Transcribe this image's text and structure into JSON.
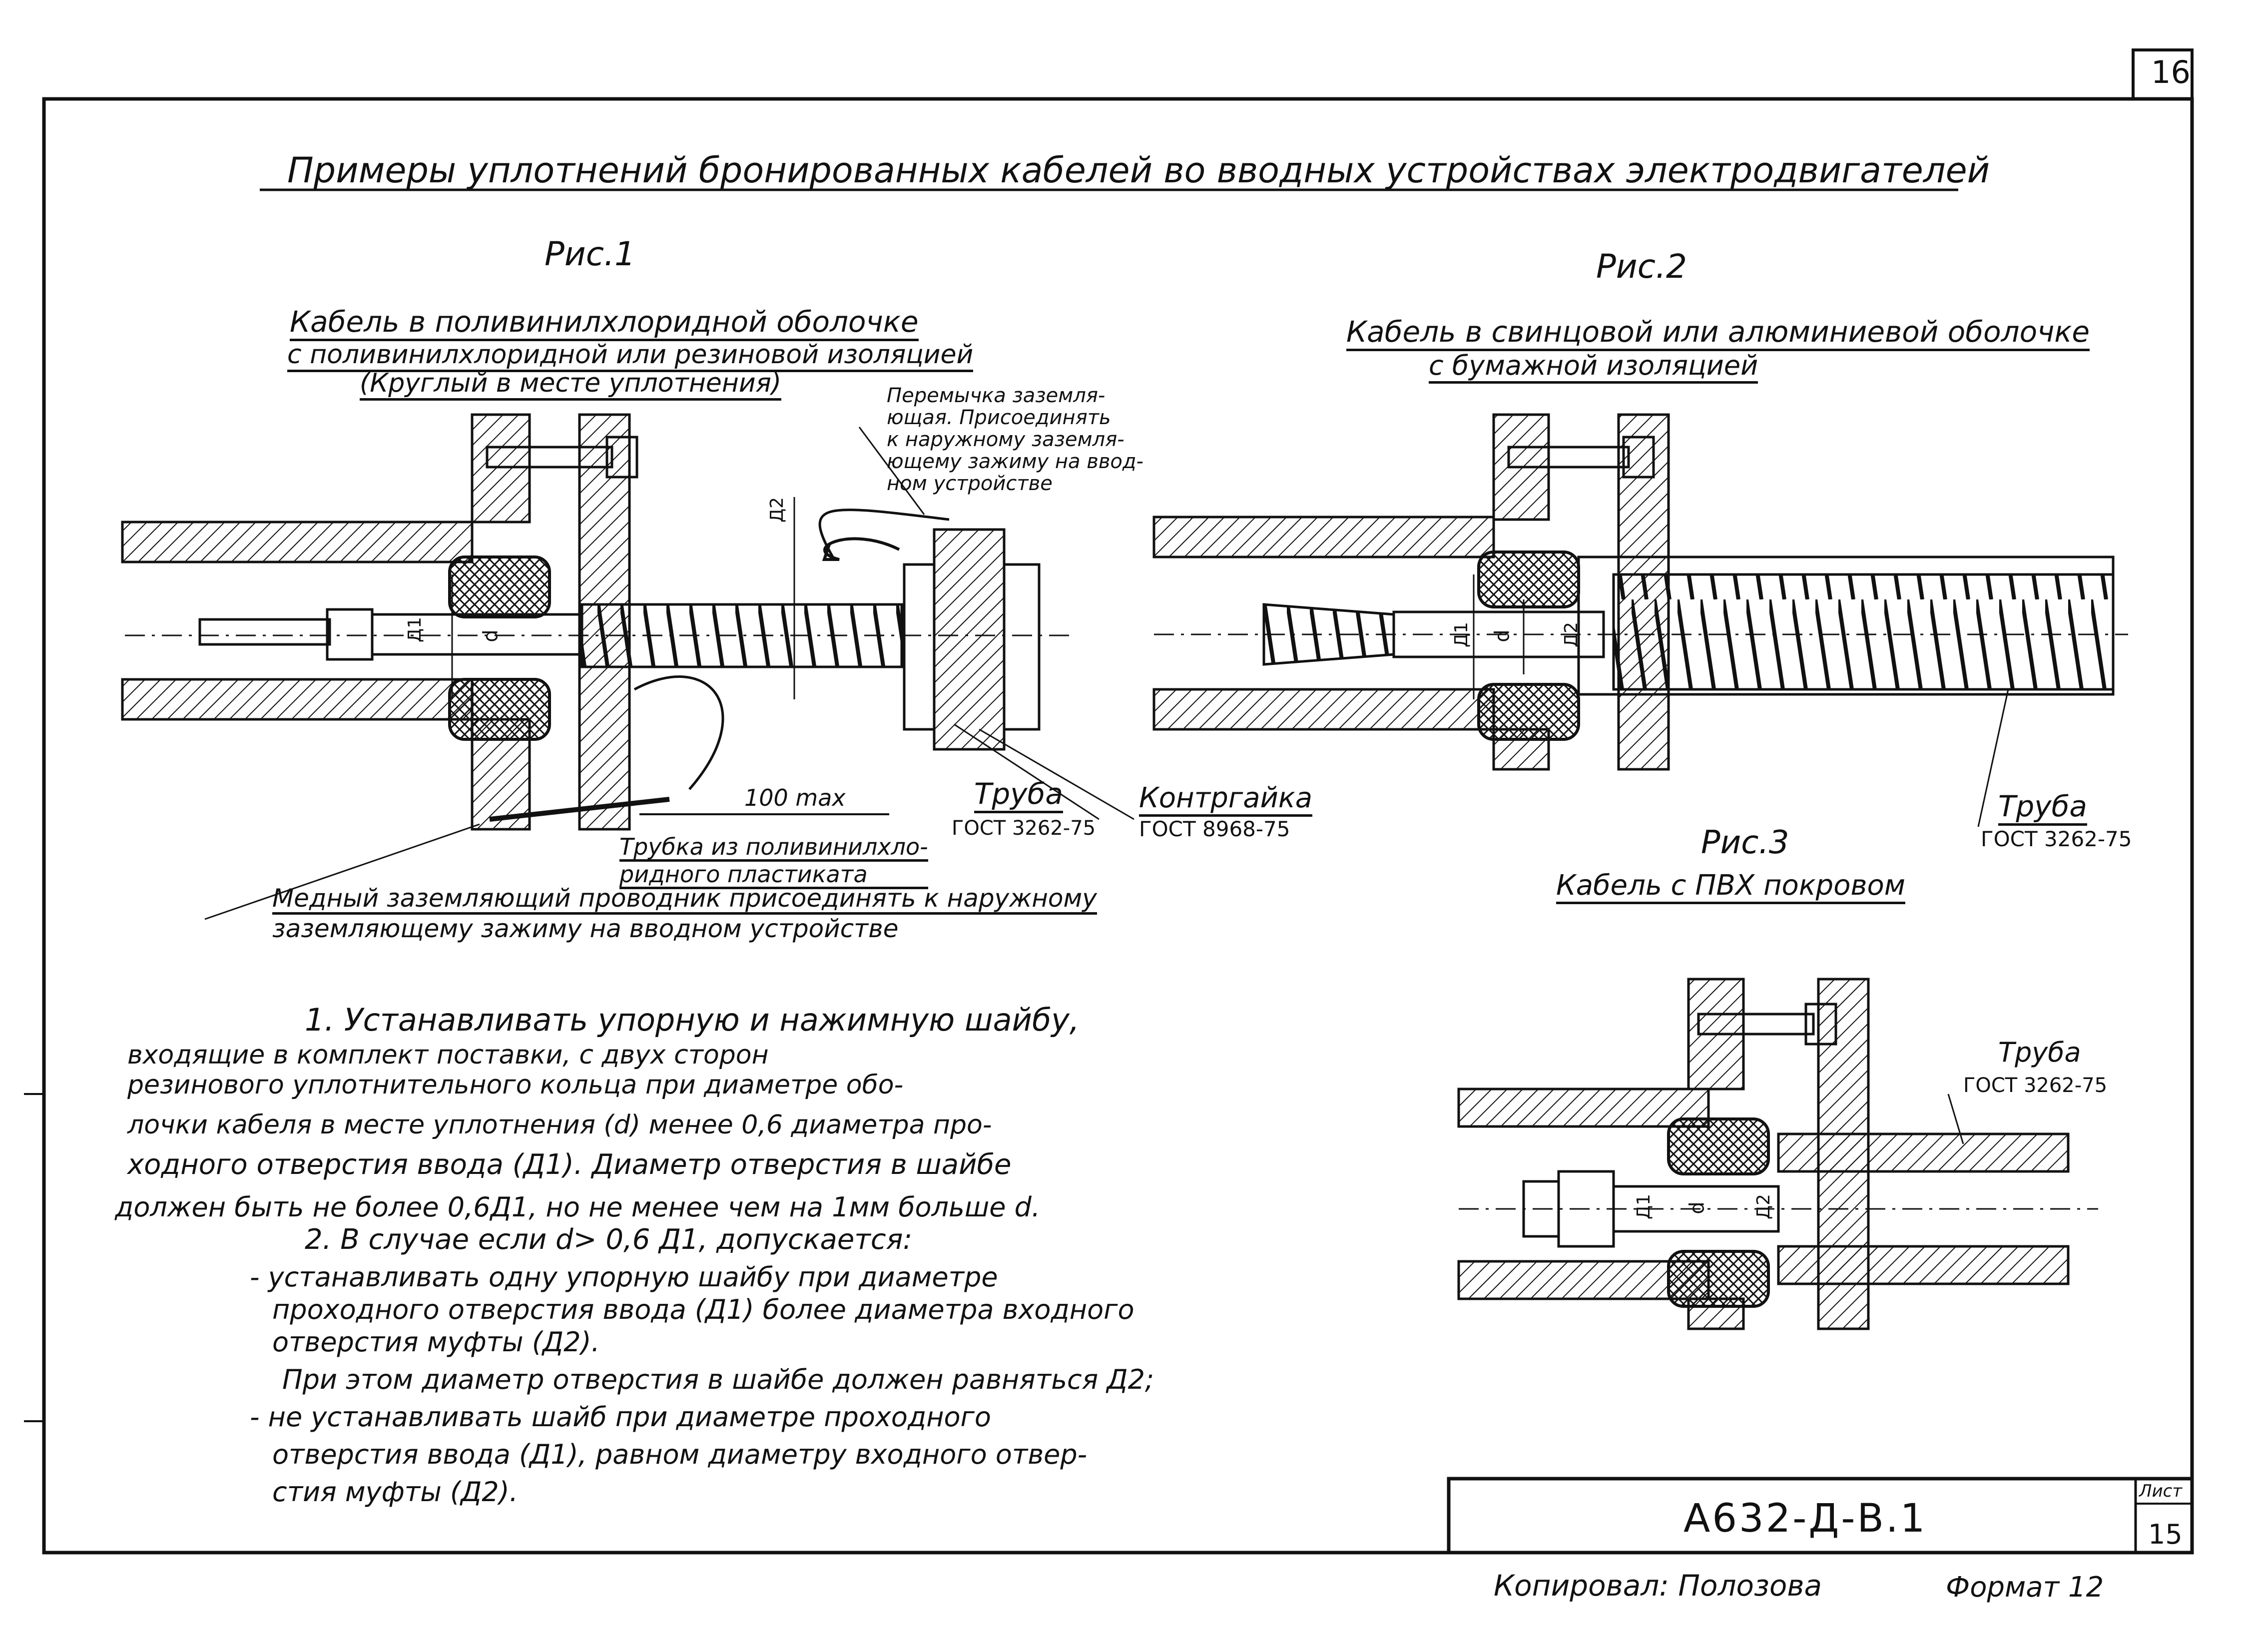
{
  "sheet_corner_number": "16",
  "title": "Примеры уплотнений бронированных кабелей во вводных устройствах электродвигателей",
  "fig1": {
    "caption": "Рис.1",
    "subtitle_lines": [
      "Кабель в поливинилхлоридной оболочке",
      "с поливинилхлоридной или резиновой изоляцией",
      "(Круглый в месте уплотнения)"
    ],
    "callout_jumper": [
      "Перемычка заземля-",
      "ющая. Присоединять",
      "к наружному заземля-",
      "ющему зажиму на ввод-",
      "ном устройстве"
    ],
    "dim_d": "d",
    "dim_d1": "Д1",
    "dim_d2": "Д2",
    "dim_100": "100 max",
    "label_tube": "Труба",
    "label_tube_gost": "ГОСТ 3262-75",
    "label_locknut": "Контргайка",
    "label_locknut_gost": "ГОСТ 8968-75",
    "label_pvc_tube": [
      "Трубка из поливинилхло-",
      "ридного пластиката"
    ],
    "label_copper": [
      "Медный заземляющий проводник присоединять к наружному",
      "заземляющему зажиму на вводном устройстве"
    ]
  },
  "fig2": {
    "caption": "Рис.2",
    "subtitle_lines": [
      "Кабель в свинцовой или алюминиевой оболочке",
      "с бумажной изоляцией"
    ],
    "dim_d": "d",
    "dim_d1": "Д1",
    "dim_d2": "Д2",
    "label_tube": "Труба",
    "label_tube_gost": "ГОСТ 3262-75"
  },
  "fig3": {
    "caption": "Рис.3",
    "subtitle": "Кабель с ПВХ покровом",
    "dim_d": "d",
    "dim_d1": "Д1",
    "dim_d2": "Д2",
    "label_tube": "Труба",
    "label_tube_gost": "ГОСТ 3262-75"
  },
  "notes": [
    "1. Устанавливать упорную и нажимную шайбу,",
    "входящие в комплект поставки, с двух сторон",
    "резинового уплотнительного кольца при диаметре обо-",
    "лочки кабеля в месте уплотнения (d) менее 0,6 диаметра про-",
    "ходного отверстия ввода (Д1). Диаметр отверстия в шайбе",
    "должен быть не более 0,6Д1, но не менее чем на 1мм больше d.",
    "2. В случае если d> 0,6 Д1, допускается:",
    "- устанавливать одну упорную шайбу при диаметре",
    "проходного отверстия ввода (Д1) более диаметра входного",
    "отверстия муфты (Д2).",
    "При этом диаметр отверстия в шайбе должен равняться Д2;",
    "- не устанавливать шайб при диаметре проходного",
    "отверстия ввода (Д1), равном диаметру входного отвер-",
    "стия муфты (Д2)."
  ],
  "title_block": {
    "designation": "А632-Д-В.1",
    "sheet_label": "Лист",
    "sheet_number": "15"
  },
  "footer": {
    "copied_by": "Копировал: Полозова",
    "format": "Формат 12"
  }
}
